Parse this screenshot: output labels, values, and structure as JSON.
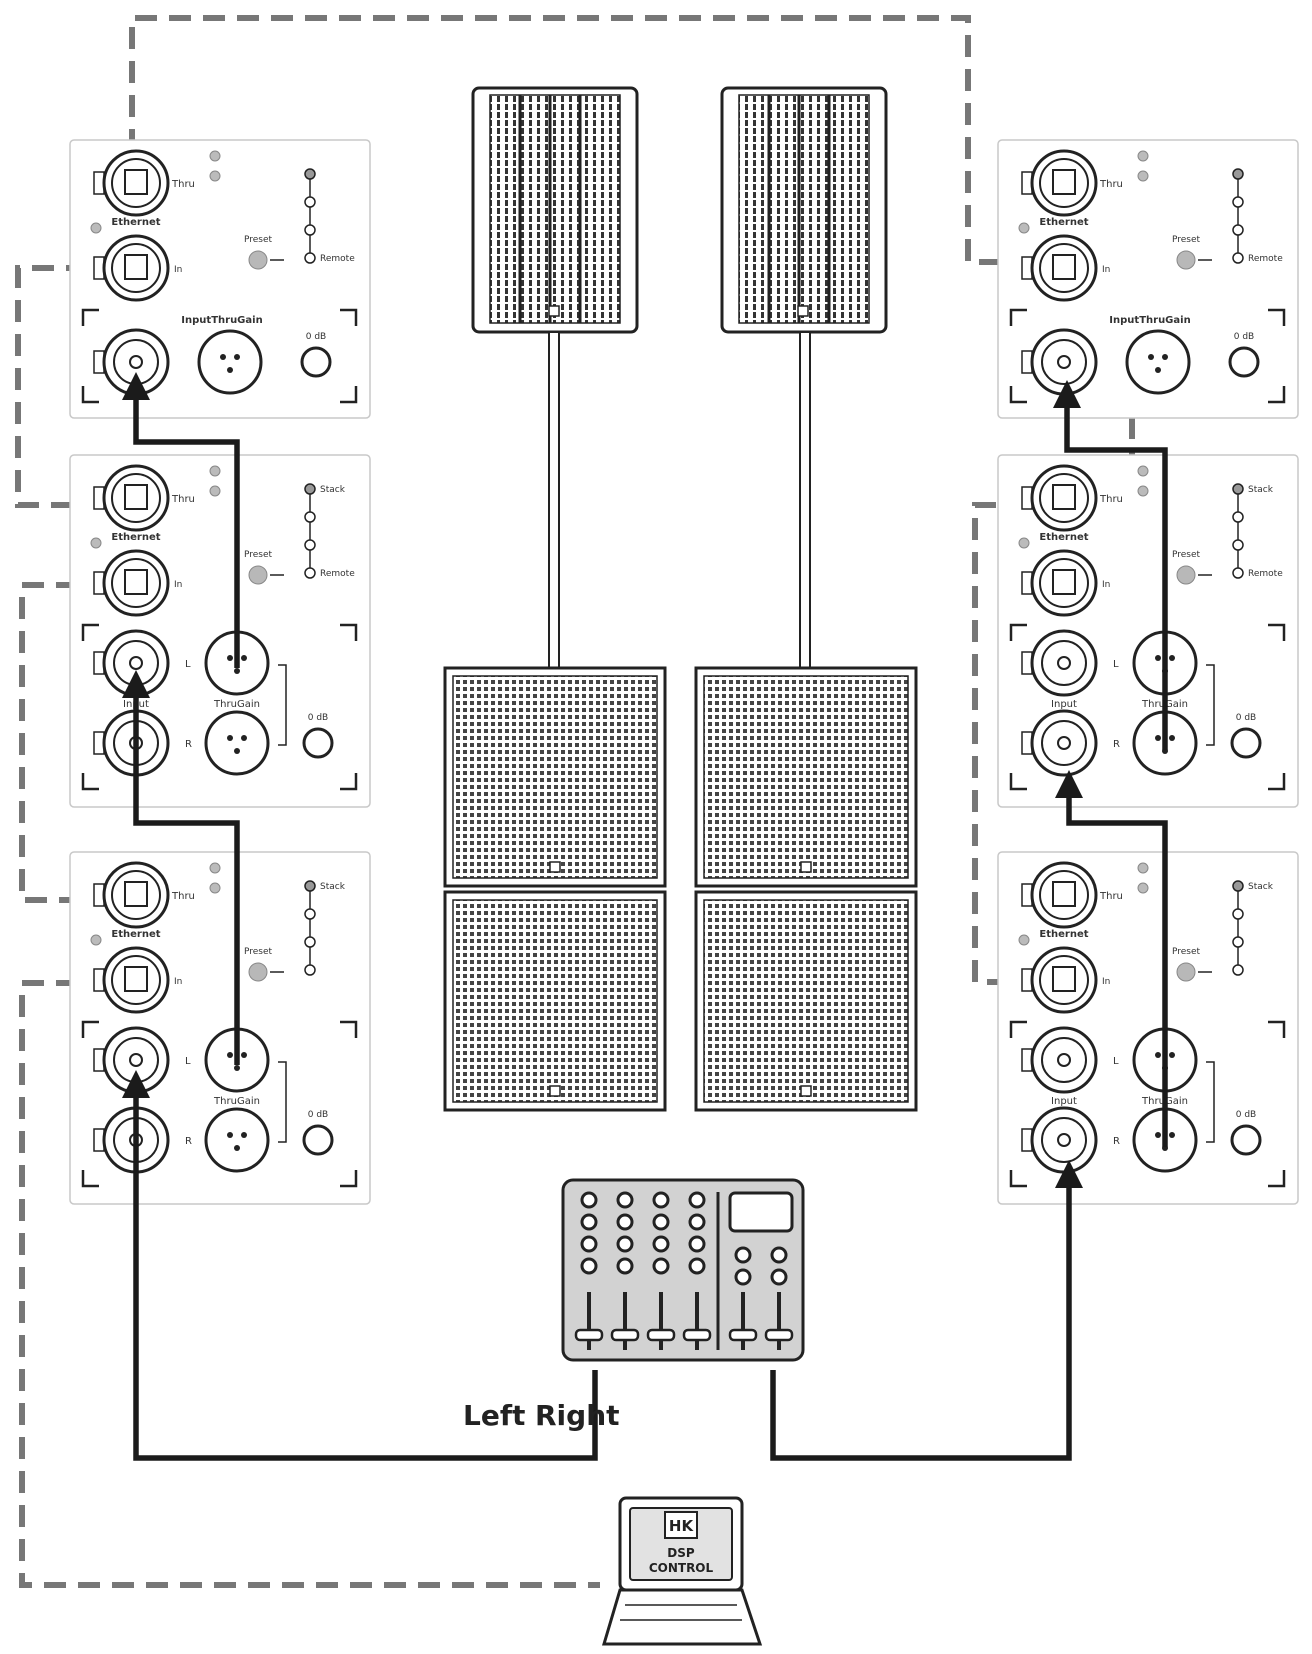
{
  "labels": {
    "left": "Left",
    "right": "Right"
  },
  "laptop": {
    "brand": "HK",
    "screen_line1": "DSP",
    "screen_line2": "CONTROL"
  },
  "panels": [
    {
      "id": "left-top",
      "variant": "top",
      "thru": "Thru",
      "ethernet": "Ethernet",
      "in": "In",
      "preset": "Preset",
      "io_label": "InputThruGain",
      "input_label": "",
      "thrugain_label": "",
      "l_label": "",
      "r_label": "",
      "gain_value": "0 dB",
      "options": [
        "",
        "",
        "",
        "Remote"
      ]
    },
    {
      "id": "left-mid",
      "variant": "sub",
      "thru": "Thru",
      "ethernet": "Ethernet",
      "in": "In",
      "preset": "Preset",
      "io_label": "",
      "input_label": "Input",
      "thrugain_label": "ThruGain",
      "l_label": "L",
      "r_label": "R",
      "gain_value": "0 dB",
      "options": [
        "Stack",
        "",
        "",
        "Remote"
      ]
    },
    {
      "id": "left-bot",
      "variant": "sub",
      "thru": "Thru",
      "ethernet": "Ethernet",
      "in": "In",
      "preset": "Preset",
      "io_label": "",
      "input_label": "",
      "thrugain_label": "ThruGain",
      "l_label": "L",
      "r_label": "R",
      "gain_value": "0 dB",
      "options": [
        "Stack",
        "",
        "",
        ""
      ]
    },
    {
      "id": "right-top",
      "variant": "top",
      "thru": "Thru",
      "ethernet": "Ethernet",
      "in": "In",
      "preset": "Preset",
      "io_label": "InputThruGain",
      "input_label": "",
      "thrugain_label": "",
      "l_label": "",
      "r_label": "",
      "gain_value": "0 dB",
      "options": [
        "",
        "",
        "",
        "Remote"
      ]
    },
    {
      "id": "right-mid",
      "variant": "sub",
      "thru": "Thru",
      "ethernet": "Ethernet",
      "in": "In",
      "preset": "Preset",
      "io_label": "",
      "input_label": "Input",
      "thrugain_label": "ThruGain",
      "l_label": "L",
      "r_label": "R",
      "gain_value": "0 dB",
      "options": [
        "Stack",
        "",
        "",
        "Remote"
      ]
    },
    {
      "id": "right-bot",
      "variant": "sub",
      "thru": "Thru",
      "ethernet": "Ethernet",
      "in": "In",
      "preset": "Preset",
      "io_label": "",
      "input_label": "Input",
      "thrugain_label": "ThruGain",
      "l_label": "L",
      "r_label": "R",
      "gain_value": "0 dB",
      "options": [
        "Stack",
        "",
        "",
        ""
      ]
    }
  ]
}
